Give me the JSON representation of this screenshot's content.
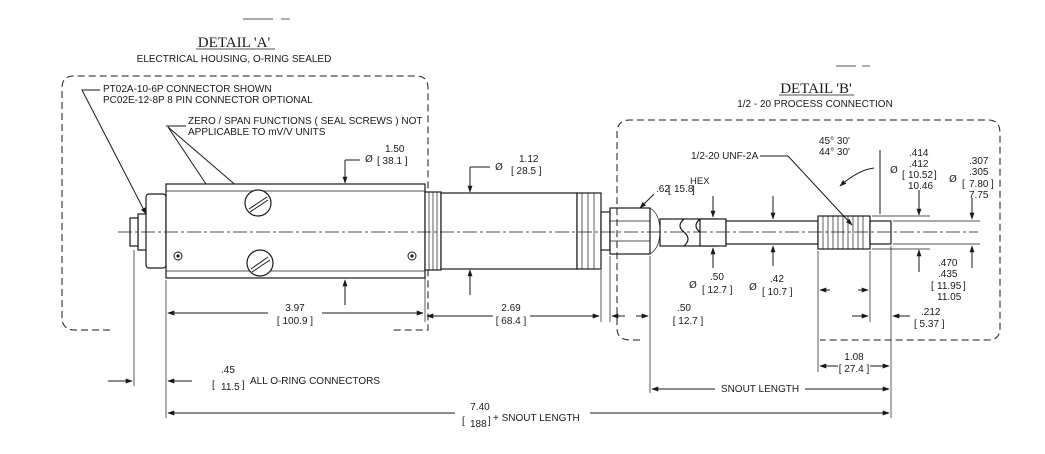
{
  "detail_a": {
    "title": "DETAIL 'A'",
    "subtitle": "ELECTRICAL HOUSING, O-RING SEALED",
    "connector_note_1": "PT02A-10-6P  CONNECTOR SHOWN",
    "connector_note_2": "PC02E-12-8P  8 PIN CONNECTOR OPTIONAL",
    "zero_span_note_1": "ZERO / SPAN FUNCTIONS ( SEAL SCREWS ) NOT",
    "zero_span_note_2": "APPLICABLE TO mV/V UNITS"
  },
  "detail_b": {
    "title": "DETAIL 'B'",
    "subtitle": "1/2 - 20 PROCESS CONNECTION",
    "thread_label": "1/2-20 UNF-2A",
    "hex_label": "HEX",
    "hex_dim": ".62",
    "hex_dim_mm": "15.8"
  },
  "dimensions": {
    "housing_dia": {
      "symbol": "Ø",
      "in": "1.50",
      "mm": "[ 38.1 ]"
    },
    "mid_dia": {
      "symbol": "Ø",
      "in": "1.12",
      "mm": "[ 28.5 ]"
    },
    "housing_len": {
      "in": "3.97",
      "mm": "[ 100.9 ]"
    },
    "mid_len": {
      "in": "2.69",
      "mm": "[ 68.4 ]"
    },
    "hex_len": {
      "in": ".50",
      "mm": "[ 12.7 ]"
    },
    "neck_dia": {
      "symbol": "Ø",
      "in": ".50",
      "mm": "[ 12.7 ]"
    },
    "snout_dia": {
      "symbol": "Ø",
      "in": ".42",
      "mm": "[ 10.7 ]"
    },
    "angle_1": "45° 30'",
    "angle_2": "44° 30'",
    "dia_414": {
      "symbol": "Ø",
      "in_1": ".414",
      "in_2": ".412",
      "mm_1": "10.52",
      "mm_2": "10.46"
    },
    "dia_307": {
      "symbol": "Ø",
      "in_1": ".307",
      "in_2": ".305",
      "mm_1": "7.80",
      "mm_2": "7.75"
    },
    "len_470": {
      "in_1": ".470",
      "in_2": ".435",
      "mm_1": "11.95",
      "mm_2": "11.05"
    },
    "len_212": {
      "in": ".212",
      "mm": "[ 5.37 ]"
    },
    "len_108": {
      "in": "1.08",
      "mm": "[ 27.4 ]"
    },
    "oring": {
      "in": ".45",
      "mm": "11.5",
      "note": "ALL O-RING CONNECTORS"
    },
    "snout_length": "SNOUT LENGTH",
    "overall": {
      "in": "7.40",
      "mm": "188",
      "note": "+ SNOUT LENGTH"
    }
  }
}
